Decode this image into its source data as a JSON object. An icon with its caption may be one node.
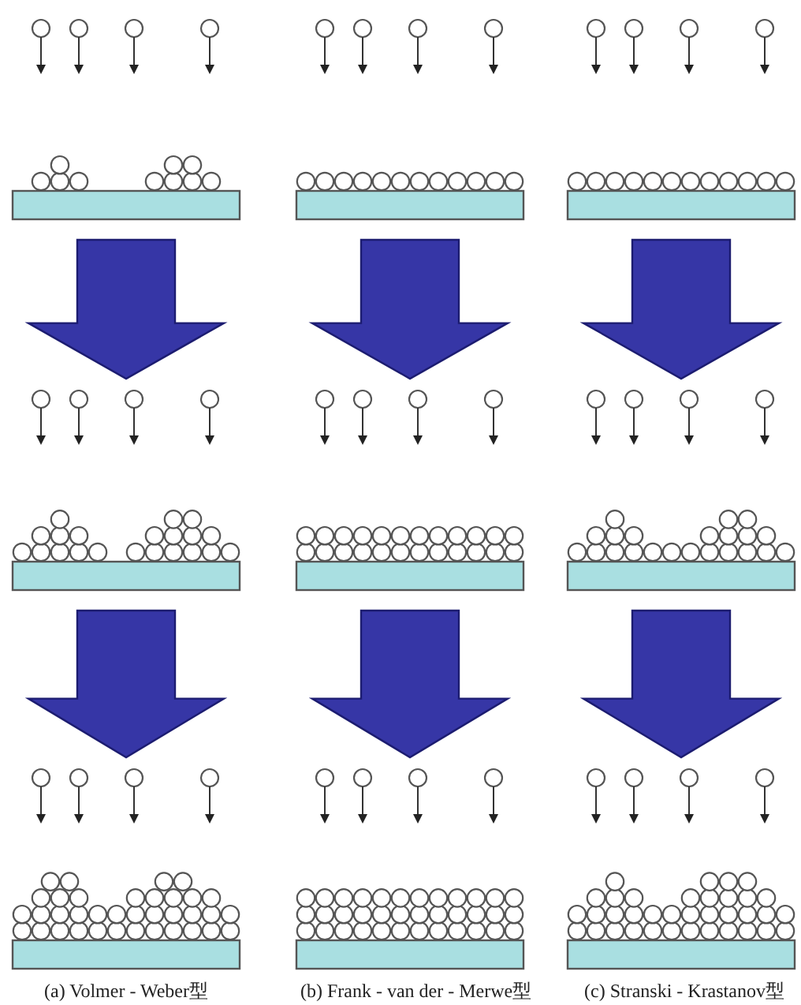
{
  "diagram": {
    "nodes": [
      {
        "text": [],
        "shape": "picture"
      },
      {
        "text": [],
        "shape": "picture"
      },
      {
        "text": [],
        "shape": "picture"
      },
      {
        "text": [],
        "shape": "picture"
      },
      {
        "text": [],
        "shape": "picture"
      },
      {
        "text": [],
        "shape": "picture"
      },
      {
        "text": [],
        "shape": "picture"
      },
      {
        "text": [],
        "shape": "picture"
      },
      {
        "text": [],
        "shape": "picture"
      }
    ],
    "edges": [
      {
        "from": 0,
        "to": 3,
        "arrow": "to"
      },
      {
        "from": 1,
        "to": 4,
        "arrow": "to"
      },
      {
        "from": 2,
        "to": 5,
        "arrow": "to"
      },
      {
        "from": 3,
        "to": 6,
        "arrow": "to"
      },
      {
        "from": 4,
        "to": 7,
        "arrow": "to"
      },
      {
        "from": 5,
        "to": 8,
        "arrow": "to"
      }
    ],
    "labels": [
      "(a) Volmer - Weber型",
      "(b) Frank - van der - Merwe型",
      "(c) Stranski - Krastanov型"
    ]
  }
}
